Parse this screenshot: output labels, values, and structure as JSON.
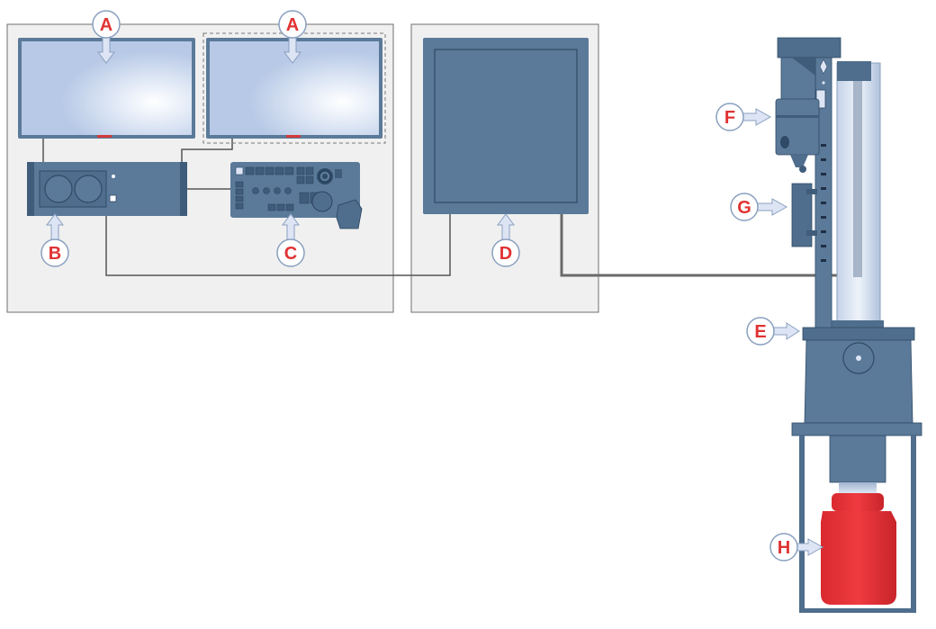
{
  "colors": {
    "panel_bg": "#f0f0f0",
    "panel_border": "#6f6f6f",
    "device_blue": "#5b7a99",
    "device_dark": "#3f5c7a",
    "screen_light": "#b7c9e6",
    "screen_glow": "#ffffff",
    "cable": "#555555",
    "callout_fill": "#dde5f5",
    "callout_text": "#e03333",
    "red_device": "#e8343a",
    "column_glass": "#c8d6ea"
  },
  "labels": {
    "a1": "A",
    "a2": "A",
    "b": "B",
    "c": "C",
    "d": "D",
    "e": "E",
    "f": "F",
    "g": "G",
    "h": "H"
  },
  "icons": {
    "pointer_down": "arrow-down-icon",
    "pointer_up": "arrow-up-icon",
    "pointer_right": "arrow-right-icon"
  }
}
